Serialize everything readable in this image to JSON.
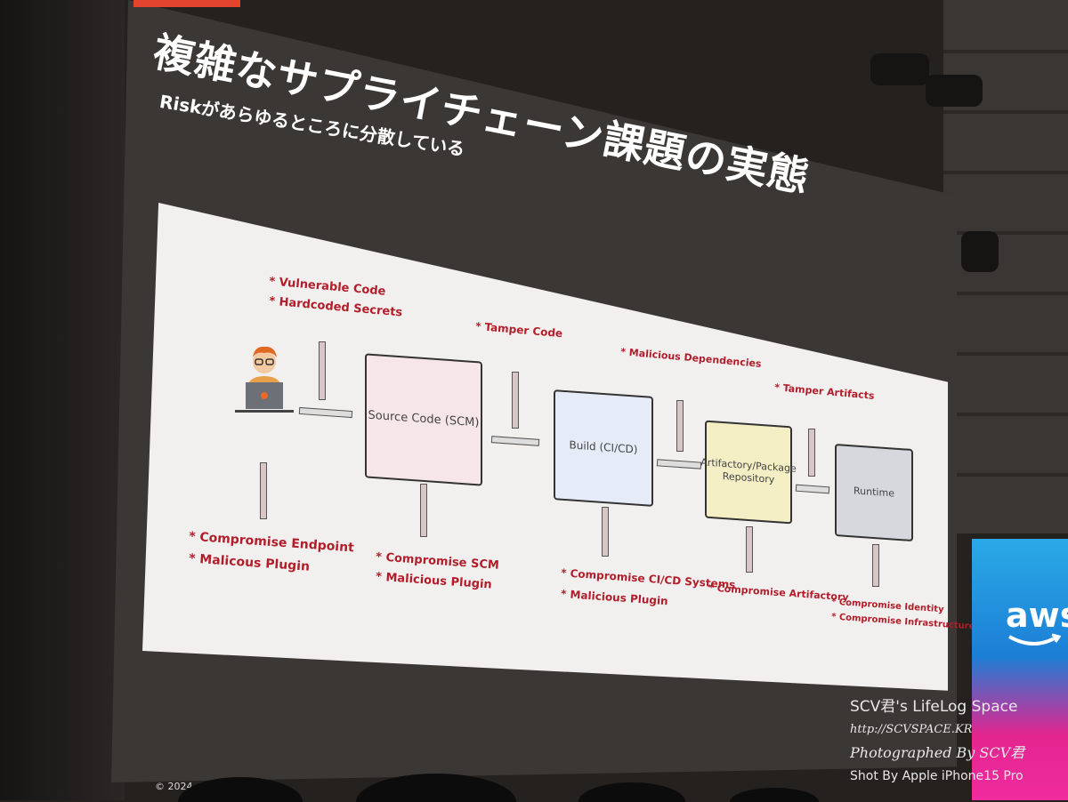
{
  "slide": {
    "title": "複雑なサプライチェーン課題の実態",
    "subtitle": "Riskがあらゆるところに分散している",
    "copyright": "© 2024"
  },
  "pipeline": {
    "source_code": "Source Code (SCM)",
    "build": "Build (CI/CD)",
    "artifactory": "Artifactory/Package Repository",
    "runtime": "Runtime"
  },
  "risks": {
    "developer_top_1": "* Vulnerable Code",
    "developer_top_2": "* Hardcoded Secrets",
    "developer_bottom_1": "* Compromise Endpoint",
    "developer_bottom_2": "* Malicous Plugin",
    "scm_top": "* Tamper Code",
    "scm_bottom_1": "* Compromise SCM",
    "scm_bottom_2": "* Malicious Plugin",
    "build_top": "* Malicious Dependencies",
    "build_bottom_1": "* Compromise CI/CD Systems",
    "build_bottom_2": "* Malicious Plugin",
    "artifact_top": "* Tamper Artifacts",
    "artifact_bottom": "* Compromise Artifactory",
    "runtime_bottom_1": "* Compromise Identity",
    "runtime_bottom_2": "* Compromise Infrastructure"
  },
  "sign": {
    "aws": "aws"
  },
  "watermark": {
    "line1": "SCV君's LifeLog Space",
    "line2": "http://SCVSPACE.KR",
    "line3": "Photographed By SCV君",
    "line4": "Shot By Apple iPhone15 Pro"
  },
  "colors": {
    "risk_red": "#b21d2b",
    "accent_red": "#e2442f",
    "scm_box": "#f6e6ea",
    "build_box": "#e6ecf7",
    "artifact_box": "#f4eec4",
    "runtime_box": "#d6d8de"
  }
}
